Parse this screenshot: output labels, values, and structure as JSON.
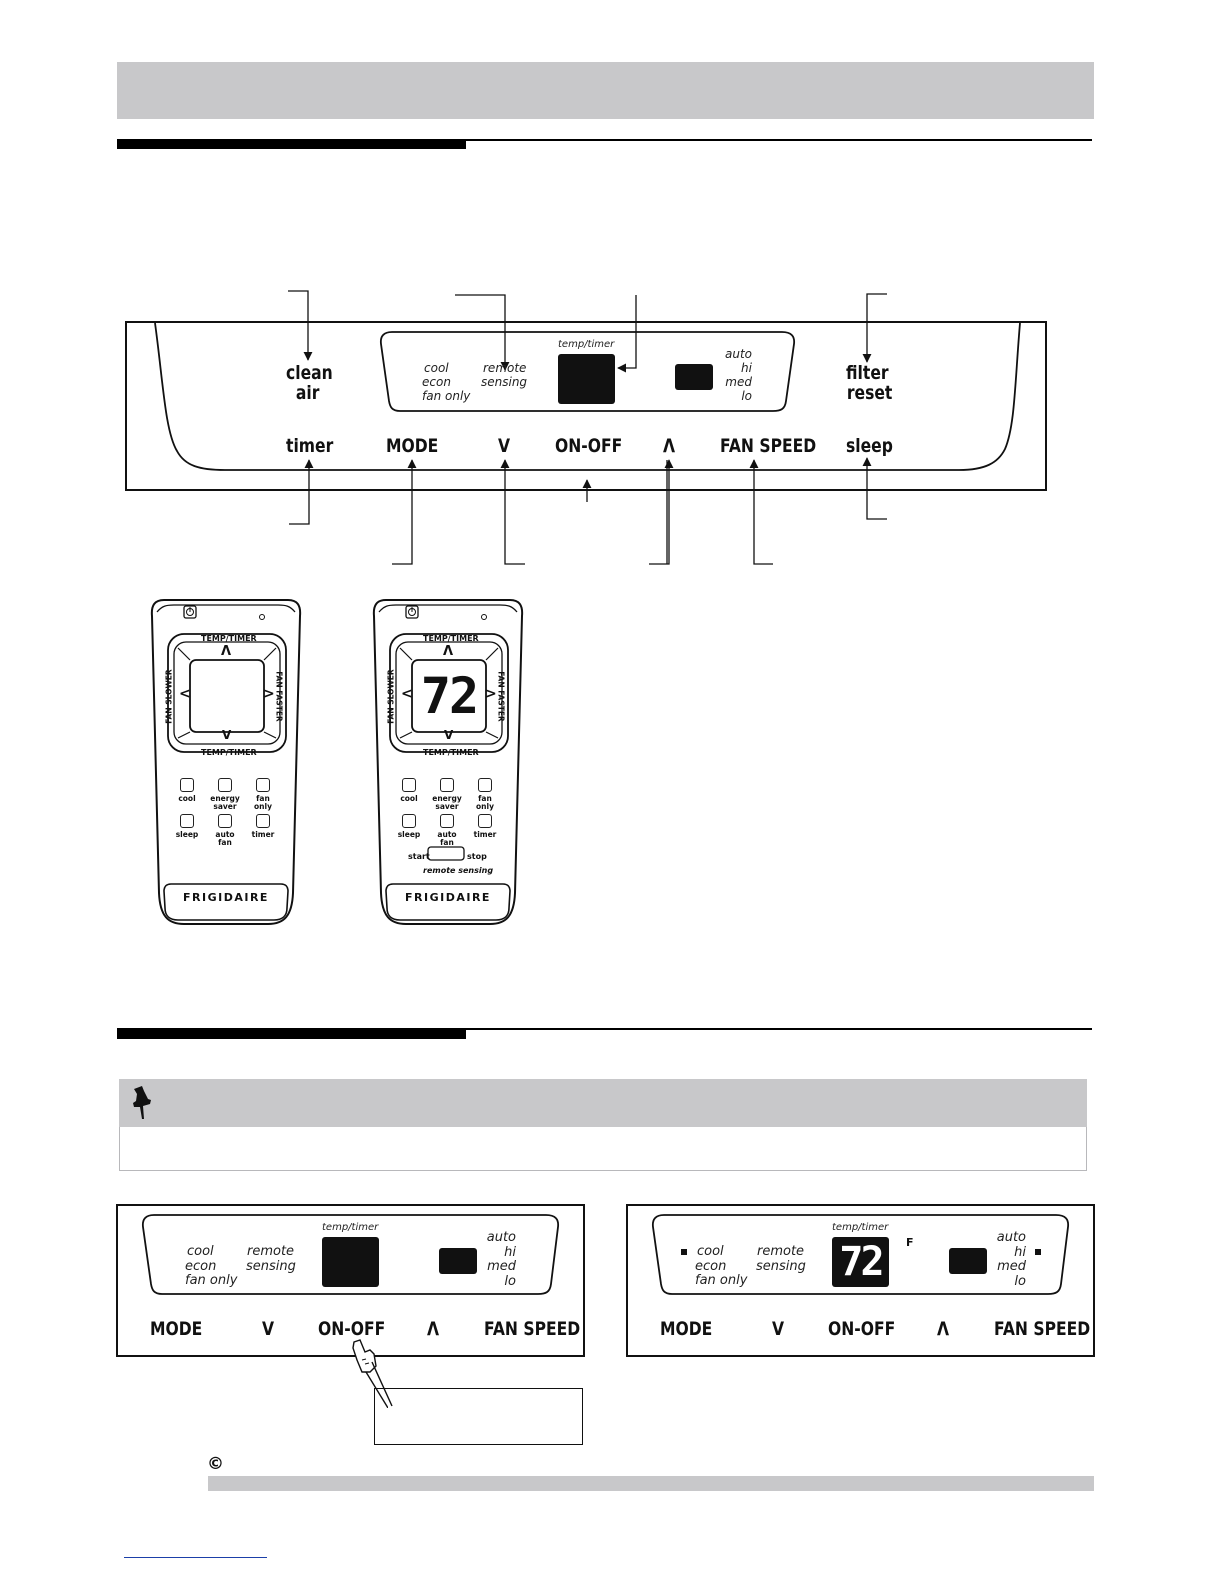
{
  "panel": {
    "clean_air_1": "clean",
    "clean_air_2": "air",
    "filter_1": "filter",
    "filter_2": "reset",
    "modes": [
      "cool",
      "econ",
      "fan only"
    ],
    "remote_1": "remote",
    "remote_2": "sensing",
    "temp_timer": "temp/timer",
    "fan_speeds": [
      "auto",
      "hi",
      "med",
      "lo"
    ],
    "buttons": {
      "timer": "timer",
      "mode": "MODE",
      "down": "V",
      "on_off": "ON-OFF",
      "up": "Λ",
      "fan_speed": "FAN SPEED",
      "sleep": "sleep"
    }
  },
  "remote": {
    "temp_timer": "TEMP/TIMER",
    "fan_slower": "FAN SLOWER",
    "fan_faster": "FAN FASTER",
    "up": "Λ",
    "down": "V",
    "left": "<",
    "right": ">",
    "display_value": "72",
    "buttons": [
      {
        "l1": "cool",
        "l2": ""
      },
      {
        "l1": "energy",
        "l2": "saver"
      },
      {
        "l1": "fan",
        "l2": "only"
      },
      {
        "l1": "sleep",
        "l2": ""
      },
      {
        "l1": "auto",
        "l2": "fan"
      },
      {
        "l1": "timer",
        "l2": ""
      }
    ],
    "start": "start",
    "stop": "stop",
    "remote_sensing": "remote sensing",
    "brand": "FRIGIDAIRE"
  },
  "lower": {
    "display_value": "72",
    "unit": "F"
  },
  "footer": {
    "copyright": "©"
  },
  "colors": {
    "header_gray": "#c8c8ca",
    "rule_black": "#000000",
    "footer_gray": "#c8c8ca",
    "link_blue": "#1b3fa8"
  }
}
